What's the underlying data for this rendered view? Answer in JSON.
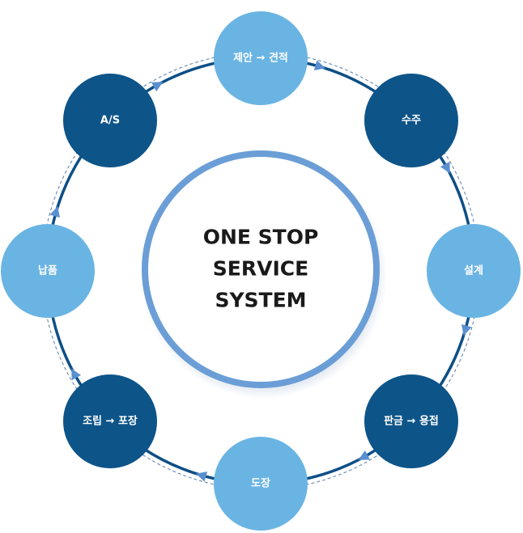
{
  "center": {
    "lines": [
      "ONE STOP",
      "SERVICE",
      "SYSTEM"
    ]
  },
  "nodes": [
    {
      "label": "제안 → 견적",
      "tone": "light"
    },
    {
      "label": "수주",
      "tone": "dark"
    },
    {
      "label": "설계",
      "tone": "light"
    },
    {
      "label": "판금 → 용접",
      "tone": "dark"
    },
    {
      "label": "도장",
      "tone": "light"
    },
    {
      "label": "조립 → 포장",
      "tone": "dark"
    },
    {
      "label": "납품",
      "tone": "light"
    },
    {
      "label": "A/S",
      "tone": "dark"
    }
  ],
  "colors": {
    "light_node": "#6ab4e4",
    "dark_node": "#0d5489",
    "ring": "#0d4f86",
    "dashed_ring": "#5a7ea8",
    "arrow": "#5a8fd0",
    "center_border": "#6b9ed6",
    "center_text": "#1a1a1a"
  }
}
